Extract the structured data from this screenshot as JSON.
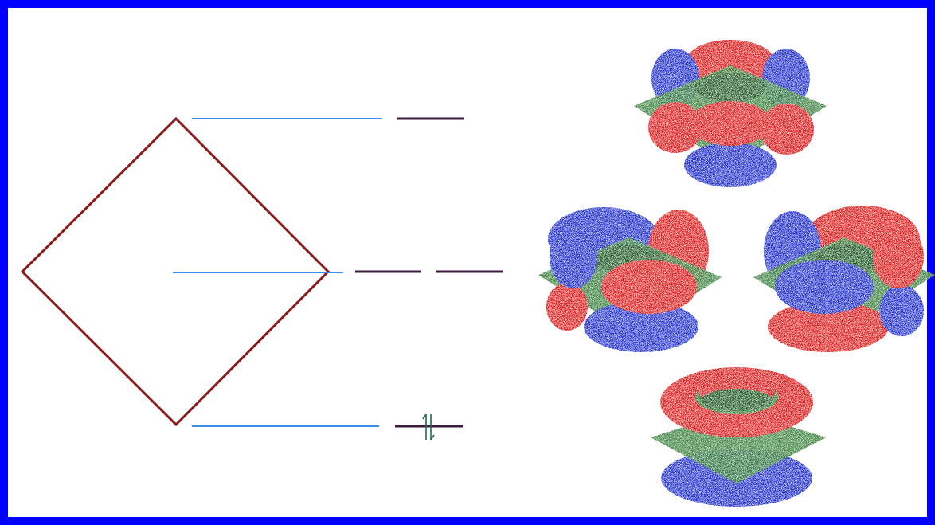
{
  "colors": {
    "frame": "#0000ff",
    "square": "#8b1a1a",
    "guide_line": "#3a8ee6",
    "energy_level": "#3a1a3a",
    "electron_arrow": "#1f6b4a",
    "lobe_positive": "#e01818",
    "lobe_negative": "#1f2fd0",
    "nodal_plane": "#2e7d32"
  },
  "energy_levels": [
    {
      "name": "upper-level",
      "orbitals": 1,
      "electrons": 0
    },
    {
      "name": "middle-level",
      "orbitals": 2,
      "electrons": 0
    },
    {
      "name": "lower-level",
      "orbitals": 1,
      "electrons": 2
    }
  ],
  "orbital_images": [
    {
      "name": "upper-orbital",
      "icon": "torus-orbital-icon"
    },
    {
      "name": "middle-orbital-left",
      "icon": "torus-orbital-icon"
    },
    {
      "name": "middle-orbital-right",
      "icon": "torus-orbital-icon"
    },
    {
      "name": "lower-orbital",
      "icon": "torus-orbital-icon"
    }
  ]
}
